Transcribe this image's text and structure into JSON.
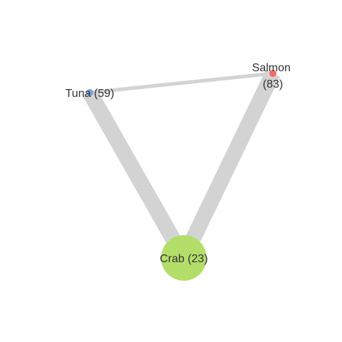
{
  "colors": {
    "edge": "#d3d3d3",
    "background": "#ffffff",
    "label": "#333333"
  },
  "nodes": [
    {
      "id": "tuna",
      "label": "Tuna (59)",
      "color": "#7ba7d6"
    },
    {
      "id": "salmon",
      "label_lines": [
        "Salmon",
        "(83)"
      ],
      "color": "#f26b6b"
    },
    {
      "id": "crab",
      "label": "Crab (23)",
      "color": "#b3de69"
    }
  ],
  "edges": [
    {
      "source": "tuna",
      "target": "salmon",
      "weight": "thin"
    },
    {
      "source": "tuna",
      "target": "crab",
      "weight": "thick"
    },
    {
      "source": "salmon",
      "target": "crab",
      "weight": "thick"
    }
  ]
}
